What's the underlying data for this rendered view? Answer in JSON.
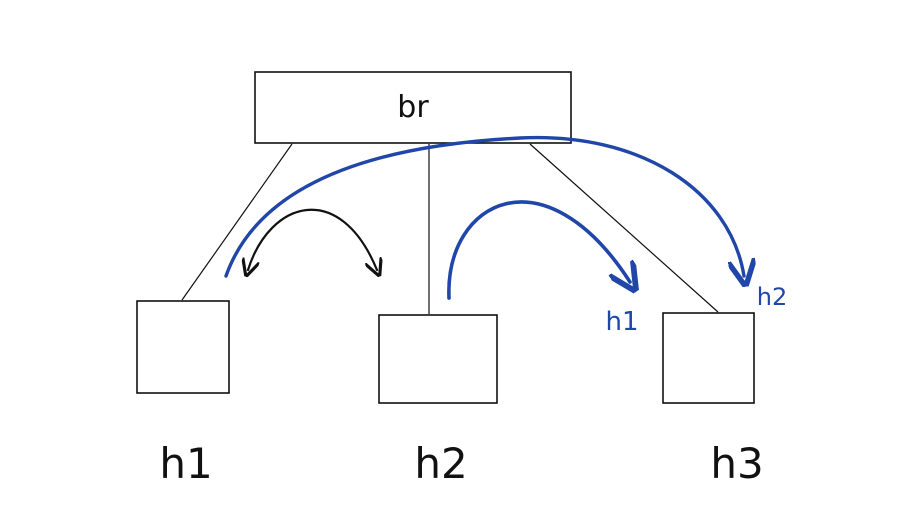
{
  "switch": {
    "label": "br"
  },
  "hosts": [
    {
      "label": "h1"
    },
    {
      "label": "h2"
    },
    {
      "label": "h3"
    }
  ],
  "annotations": {
    "arrow_h2_to_h3_label": "h1",
    "arrow_h1_to_h3_label": "h2"
  },
  "colors": {
    "ink": "#111111",
    "blue_ink": "#1f46a8",
    "background": "#ffffff"
  }
}
